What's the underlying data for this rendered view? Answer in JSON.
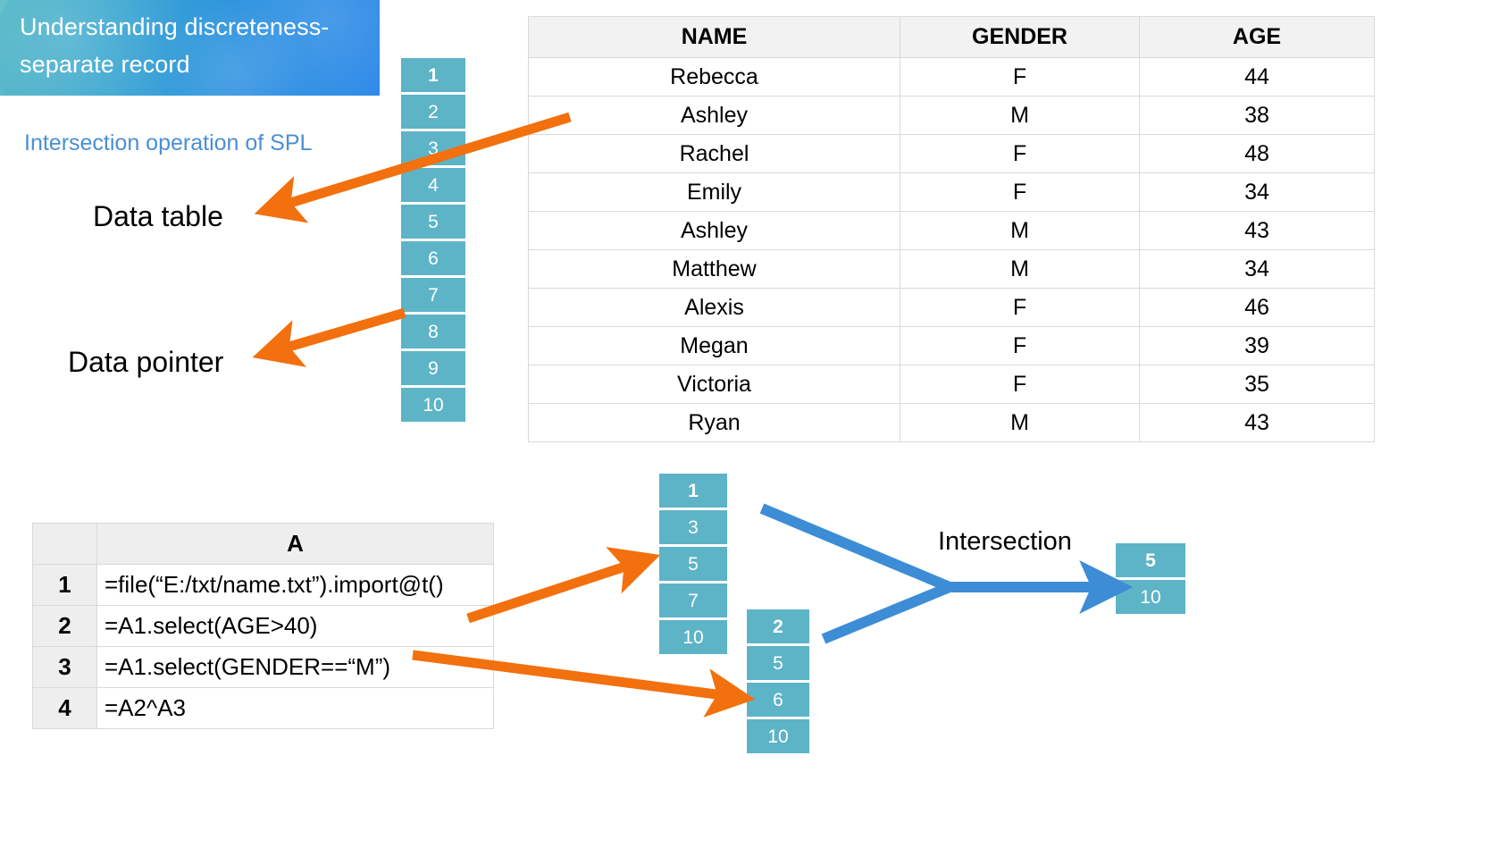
{
  "banner": {
    "title": "Understanding discreteness-\nseparate record"
  },
  "subtitle": "Intersection operation of SPL",
  "callouts": {
    "data_table": "Data table",
    "data_pointer": "Data pointer"
  },
  "colors": {
    "pointer_cell": "#5db4c7",
    "orange_arrow": "#F2700D",
    "blue_arrow": "#3C8DD5",
    "banner_gradient_start": "#4fb6c4",
    "banner_gradient_end": "#2f8ae8",
    "subtitle_text": "#4a8fd4",
    "table_header_bg": "#f2f2f2",
    "table_border": "#d9d9d9"
  },
  "pointer_column": {
    "name": "record-index-column",
    "cells": [
      {
        "value": "1",
        "bold": true
      },
      {
        "value": "2",
        "bold": false
      },
      {
        "value": "3",
        "bold": false
      },
      {
        "value": "4",
        "bold": false
      },
      {
        "value": "5",
        "bold": false
      },
      {
        "value": "6",
        "bold": false
      },
      {
        "value": "7",
        "bold": false
      },
      {
        "value": "8",
        "bold": false
      },
      {
        "value": "9",
        "bold": false
      },
      {
        "value": "10",
        "bold": false
      }
    ]
  },
  "data_table": {
    "columns": [
      "NAME",
      "GENDER",
      "AGE"
    ],
    "rows": [
      [
        "Rebecca",
        "F",
        "44"
      ],
      [
        "Ashley",
        "M",
        "38"
      ],
      [
        "Rachel",
        "F",
        "48"
      ],
      [
        "Emily",
        "F",
        "34"
      ],
      [
        "Ashley",
        "M",
        "43"
      ],
      [
        "Matthew",
        "M",
        "34"
      ],
      [
        "Alexis",
        "F",
        "46"
      ],
      [
        "Megan",
        "F",
        "39"
      ],
      [
        "Victoria",
        "F",
        "35"
      ],
      [
        "Ryan",
        "M",
        "43"
      ]
    ]
  },
  "spl_table": {
    "corner": "",
    "column_header": "A",
    "rows": [
      {
        "index": "1",
        "expression": "=file(“E:/txt/name.txt”).import@t()"
      },
      {
        "index": "2",
        "expression": "=A1.select(AGE>40)"
      },
      {
        "index": "3",
        "expression": "=A1.select(GENDER==“M”)"
      },
      {
        "index": "4",
        "expression": "=A2^A3"
      }
    ]
  },
  "result_column_a2": {
    "name": "select-age-result",
    "cells": [
      {
        "value": "1",
        "bold": true
      },
      {
        "value": "3",
        "bold": false
      },
      {
        "value": "5",
        "bold": false
      },
      {
        "value": "7",
        "bold": false
      },
      {
        "value": "10",
        "bold": false
      }
    ]
  },
  "result_column_a3": {
    "name": "select-gender-result",
    "cells": [
      {
        "value": "2",
        "bold": true
      },
      {
        "value": "5",
        "bold": false
      },
      {
        "value": "6",
        "bold": false
      },
      {
        "value": "10",
        "bold": false
      }
    ]
  },
  "intersection": {
    "label": "Intersection",
    "cells": [
      {
        "value": "5",
        "bold": true
      },
      {
        "value": "10",
        "bold": false
      }
    ]
  }
}
